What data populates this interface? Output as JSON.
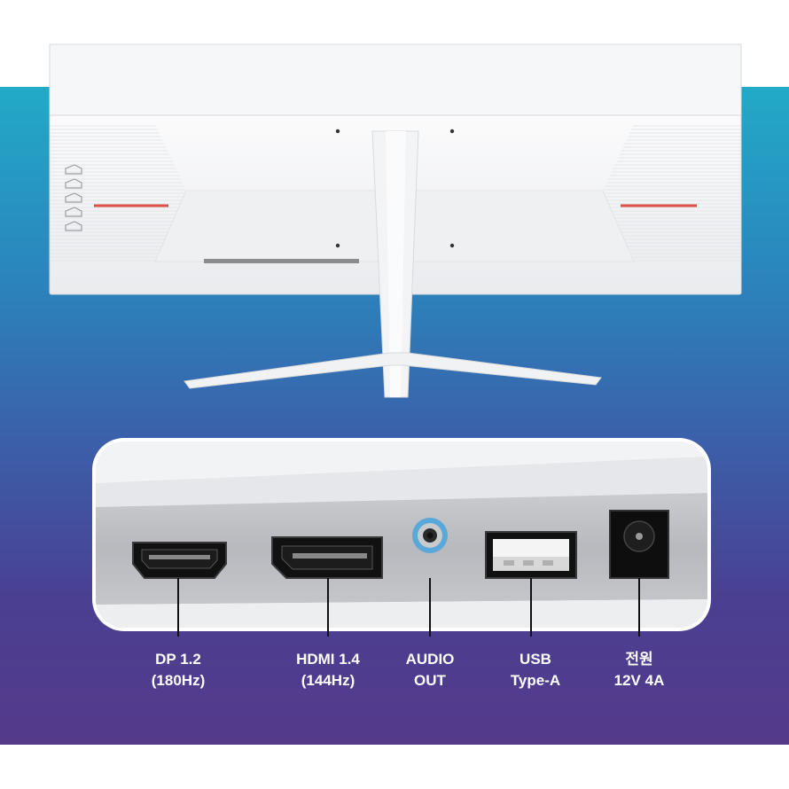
{
  "ports": [
    {
      "id": "dp",
      "line1": "DP 1.2",
      "line2": "(180Hz)",
      "icon": "displayport-icon"
    },
    {
      "id": "hdmi",
      "line1": "HDMI 1.4",
      "line2": "(144Hz)",
      "icon": "hdmi-icon"
    },
    {
      "id": "audio",
      "line1": "AUDIO",
      "line2": "OUT",
      "icon": "audio-jack-icon"
    },
    {
      "id": "usb",
      "line1": "USB",
      "line2": "Type-A",
      "icon": "usb-icon"
    },
    {
      "id": "power",
      "line1": "전원",
      "line2": "12V 4A",
      "icon": "power-jack-icon"
    }
  ],
  "colors": {
    "gradient_top": "#22aac8",
    "gradient_bottom": "#553a8a",
    "accent_stripe": "#e0504a",
    "monitor_body": "#f4f5f7"
  }
}
